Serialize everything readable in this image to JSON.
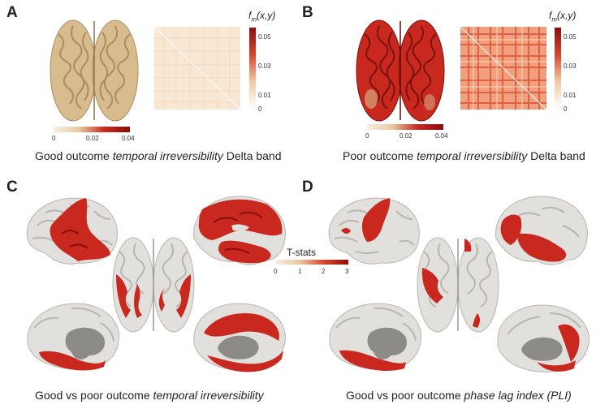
{
  "panels": [
    {
      "letter": "A",
      "caption_pre": "Good outcome ",
      "caption_em": "temporal irreversibility",
      "caption_post": " Delta band"
    },
    {
      "letter": "B",
      "caption_pre": "Poor outcome ",
      "caption_em": "temporal irreversibility",
      "caption_post": " Delta band"
    },
    {
      "letter": "C",
      "caption_pre": "Good vs poor outcome ",
      "caption_em": "temporal irreversibility",
      "caption_post": ""
    },
    {
      "letter": "D",
      "caption_pre": "Good vs poor outcome ",
      "caption_em": "phase lag index (PLI)",
      "caption_post": ""
    }
  ],
  "matrix_colorbar": {
    "title": "f",
    "sub": "m",
    "args": "(x,y)",
    "ticks": [
      "0.05",
      "0.03",
      "0.01",
      "0"
    ]
  },
  "brain_colorbar": {
    "ticks": [
      "0",
      "0.02",
      "0.04"
    ]
  },
  "tstats_colorbar": {
    "title": "T-stats",
    "ticks": [
      "0",
      "1",
      "2",
      "3"
    ]
  },
  "colors": {
    "low": "#f7efe3",
    "mid": "#e8a07a",
    "high": "#8b0d10",
    "cortex": "#e2e0dc",
    "sulcus": "#b9b6b1",
    "tan": "#d9bc8d",
    "red": "#c8281e",
    "medial_gray": "#8d8b88"
  }
}
